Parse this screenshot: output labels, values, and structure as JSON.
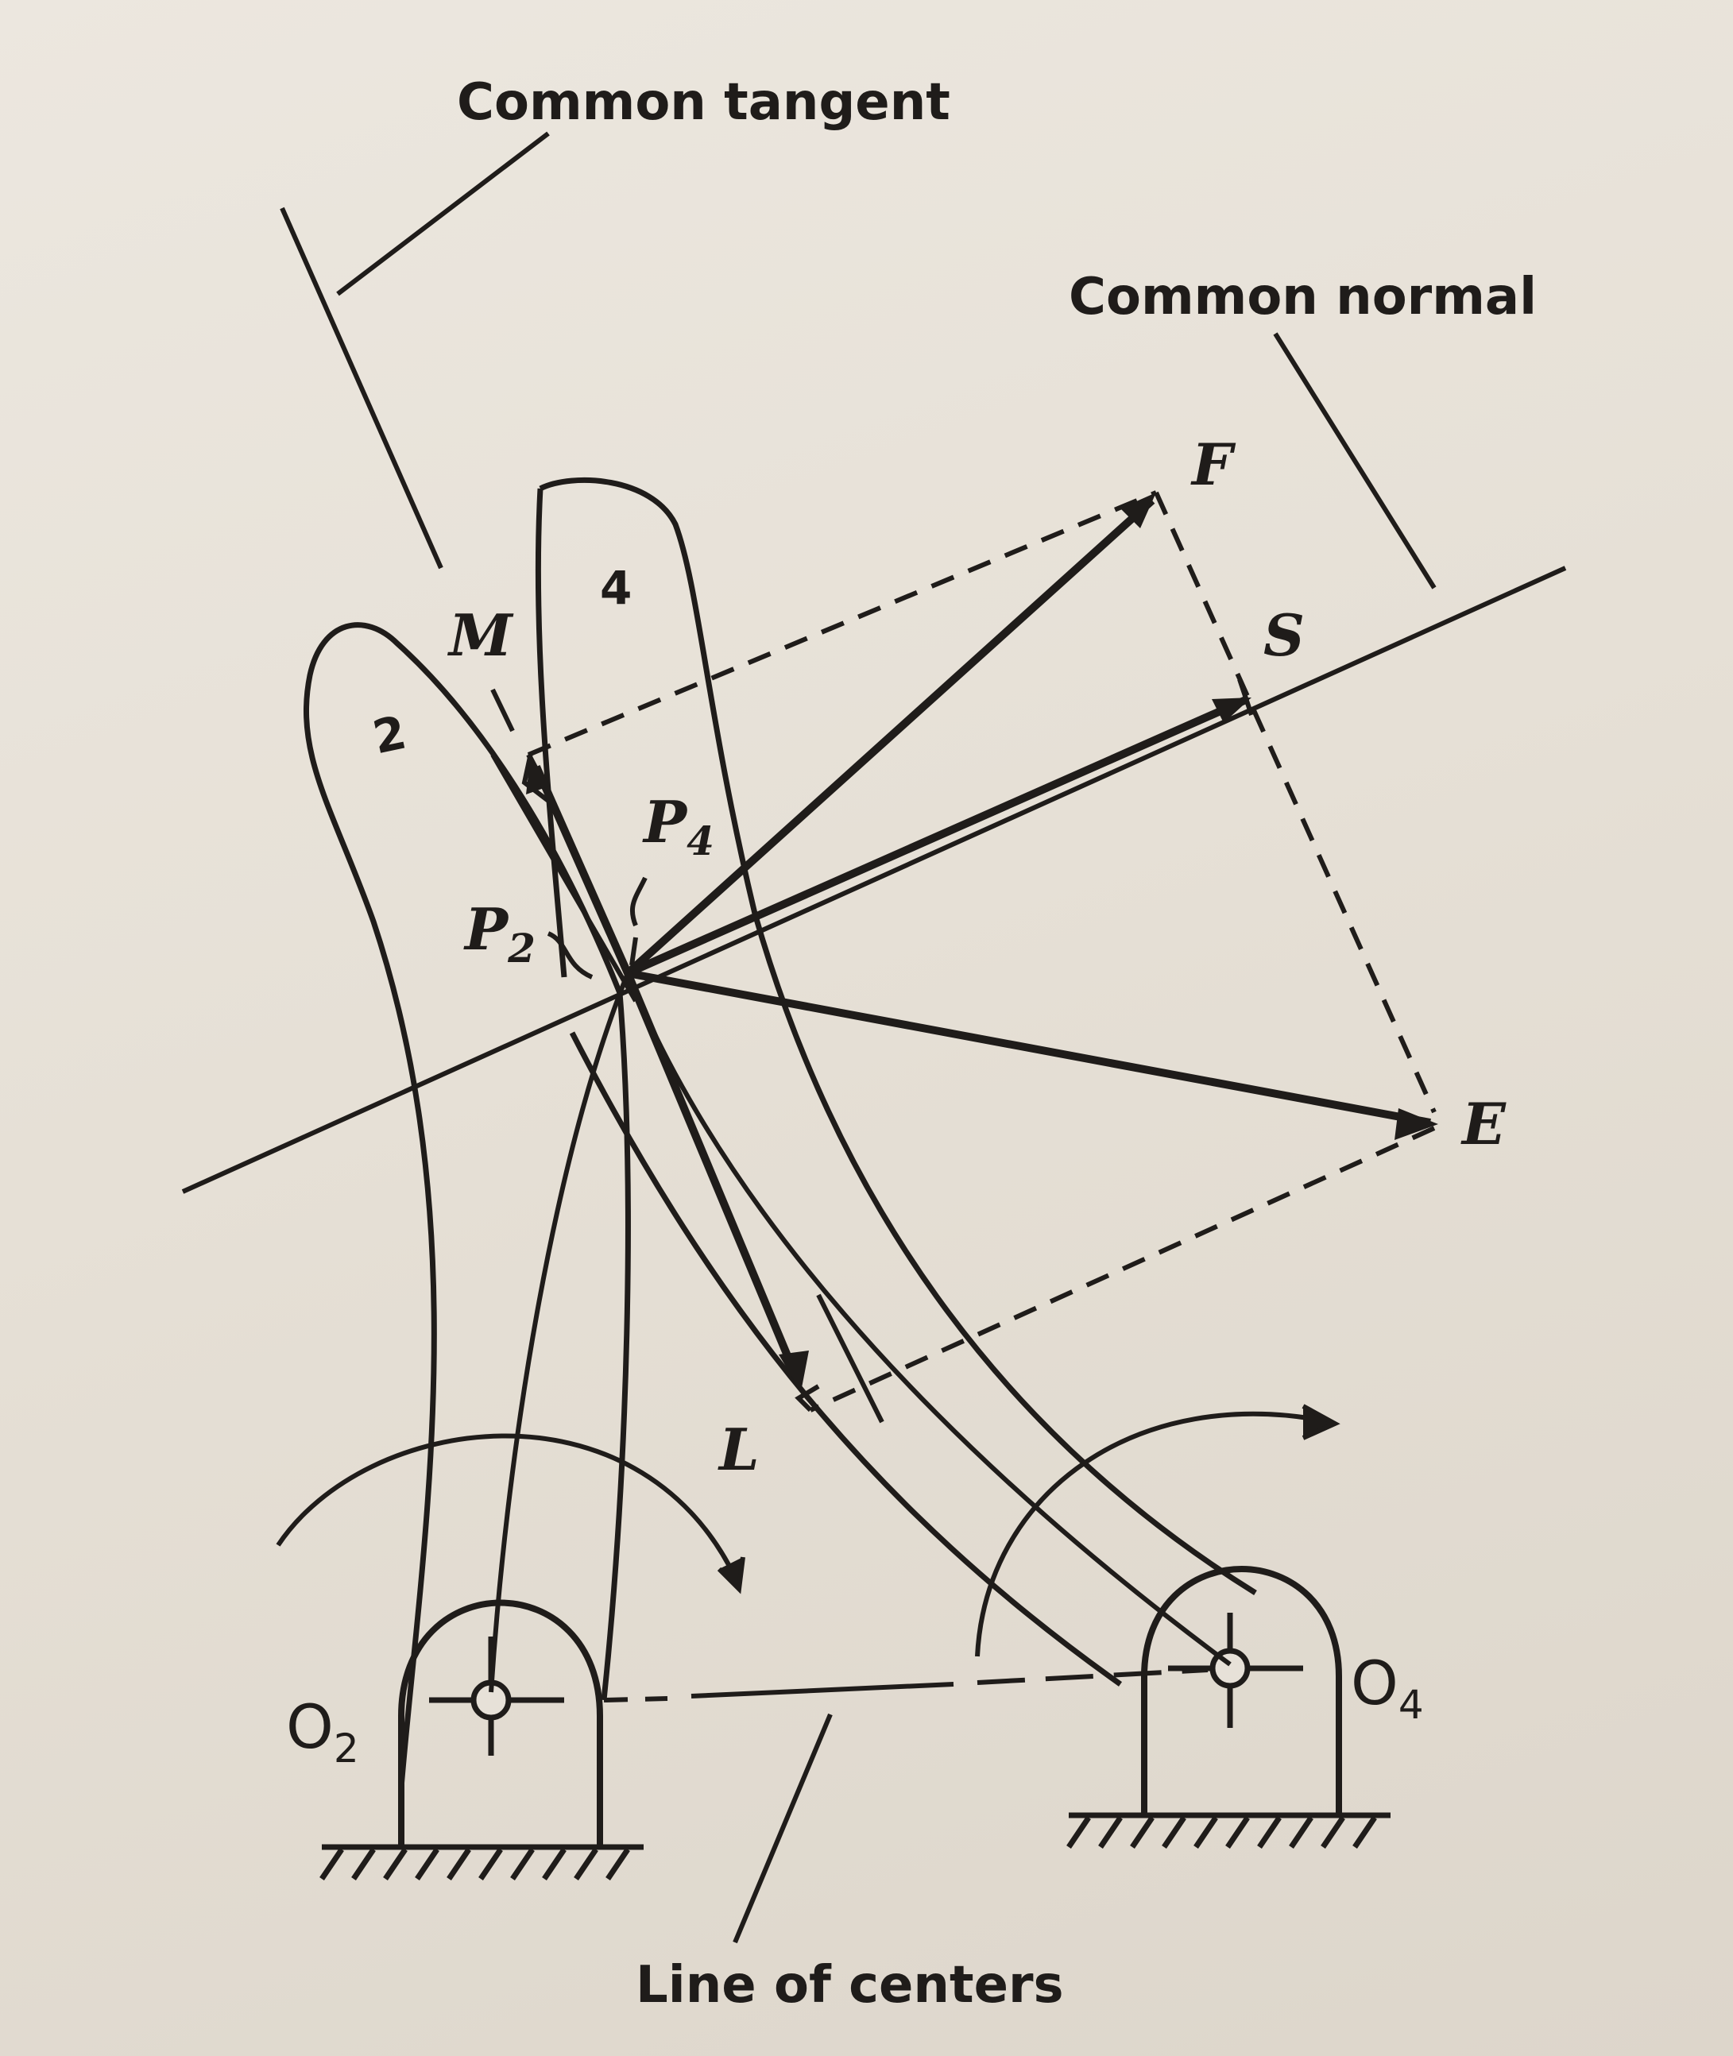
{
  "labels": {
    "common_tangent": "Common tangent",
    "common_normal": "Common normal",
    "line_of_centers": "Line of centers",
    "point_f": "F",
    "point_s": "S",
    "point_e": "E",
    "point_m": "M",
    "point_l": "L",
    "p4_letter": "P",
    "p4_sub": "4",
    "p2_letter": "P",
    "p2_sub": "2",
    "o2_letter": "O",
    "o2_sub": "2",
    "o4_letter": "O",
    "o4_sub": "4",
    "link_2": "2",
    "link_4": "4"
  },
  "colors": {
    "ink": "#1f1c1a",
    "paper": "#e7e1d8"
  }
}
